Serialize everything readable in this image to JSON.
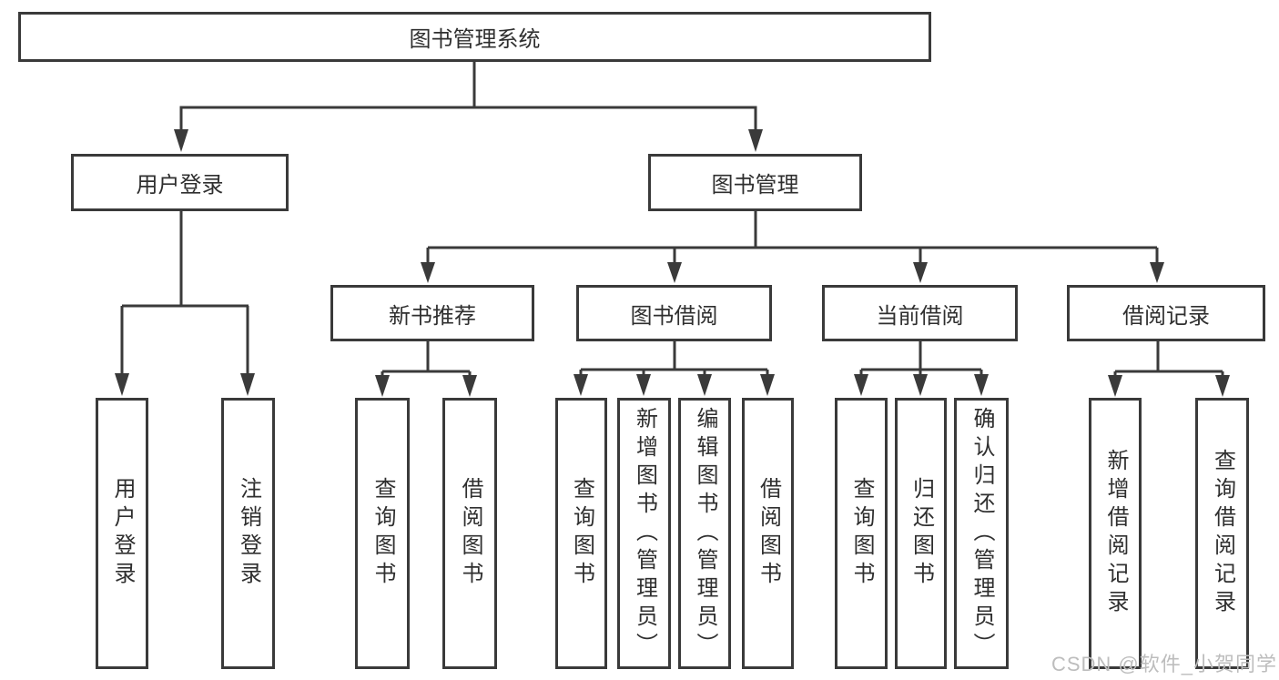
{
  "diagram_title": "图书管理系统",
  "tree": {
    "root": {
      "label": "图书管理系统"
    },
    "branches": [
      {
        "label": "用户登录",
        "children": [
          {
            "label": "用户登录"
          },
          {
            "label": "注销登录"
          }
        ]
      },
      {
        "label": "图书管理",
        "children": [
          {
            "label": "新书推荐",
            "children": [
              {
                "label": "查询图书"
              },
              {
                "label": "借阅图书"
              }
            ]
          },
          {
            "label": "图书借阅",
            "children": [
              {
                "label": "查询图书"
              },
              {
                "label": "新增图书（管理员）"
              },
              {
                "label": "编辑图书（管理员）"
              },
              {
                "label": "借阅图书"
              }
            ]
          },
          {
            "label": "当前借阅",
            "children": [
              {
                "label": "查询图书"
              },
              {
                "label": "归还图书"
              },
              {
                "label": "确认归还（管理员）"
              }
            ]
          },
          {
            "label": "借阅记录",
            "children": [
              {
                "label": "新增借阅记录"
              },
              {
                "label": "查询借阅记录"
              }
            ]
          }
        ]
      }
    ]
  },
  "watermark": {
    "text": "CSDN @软件_小贺同学"
  },
  "colors": {
    "line": "#3a3a3a",
    "text": "#2f2f2f",
    "background": "#ffffff",
    "watermark": "#bdbdbd"
  }
}
